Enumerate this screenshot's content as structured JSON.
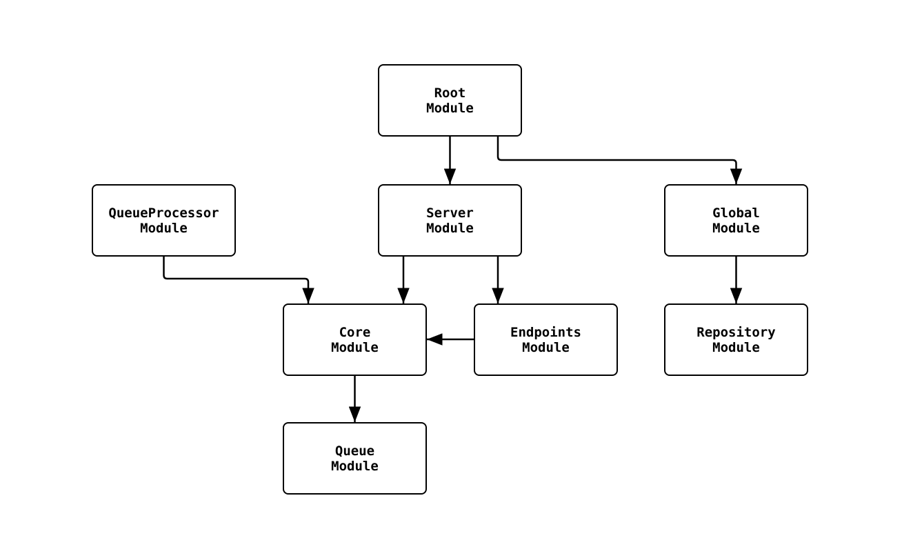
{
  "diagram": {
    "type": "module-dependency-flowchart",
    "colors": {
      "background": "#ffffff",
      "node_fill": "#ffffff",
      "node_stroke": "#000000",
      "edge_stroke": "#000000",
      "text": "#000000"
    },
    "nodes": {
      "root": {
        "line1": "Root",
        "line2": "Module"
      },
      "queueprocessor": {
        "line1": "QueueProcessor",
        "line2": "Module"
      },
      "server": {
        "line1": "Server",
        "line2": "Module"
      },
      "global": {
        "line1": "Global",
        "line2": "Module"
      },
      "core": {
        "line1": "Core",
        "line2": "Module"
      },
      "endpoints": {
        "line1": "Endpoints",
        "line2": "Module"
      },
      "repository": {
        "line1": "Repository",
        "line2": "Module"
      },
      "queue": {
        "line1": "Queue",
        "line2": "Module"
      }
    },
    "edges": [
      {
        "from": "root",
        "to": "server"
      },
      {
        "from": "root",
        "to": "global"
      },
      {
        "from": "queueprocessor",
        "to": "core"
      },
      {
        "from": "server",
        "to": "core"
      },
      {
        "from": "server",
        "to": "endpoints"
      },
      {
        "from": "endpoints",
        "to": "core"
      },
      {
        "from": "global",
        "to": "repository"
      },
      {
        "from": "core",
        "to": "queue"
      }
    ]
  }
}
